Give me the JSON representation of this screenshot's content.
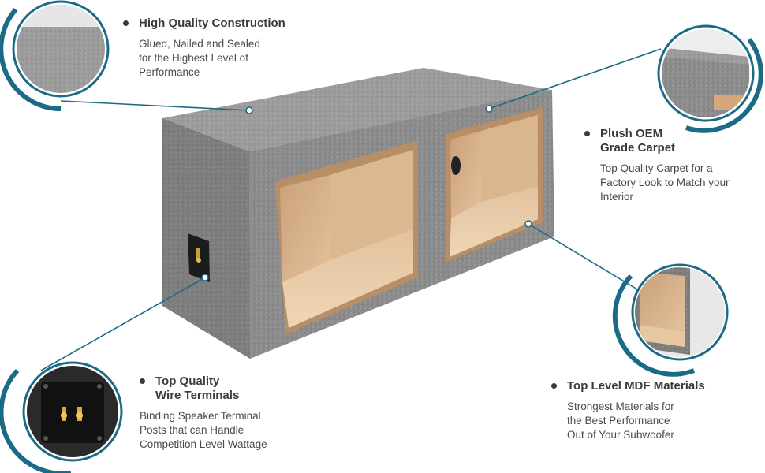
{
  "features": [
    {
      "id": "construction",
      "title": [
        "High Quality Construction"
      ],
      "description": [
        "Glued, Nailed and Sealed",
        "for the Highest Level of",
        "Performance"
      ]
    },
    {
      "id": "carpet",
      "title": [
        "Plush OEM",
        "Grade Carpet"
      ],
      "description": [
        "Top Quality Carpet for a",
        "Factory Look to Match your",
        "Interior"
      ]
    },
    {
      "id": "mdf",
      "title": [
        "Top Level MDF Materials"
      ],
      "description": [
        "Strongest Materials for",
        "the Best Performance",
        "Out of  Your Subwoofer"
      ]
    },
    {
      "id": "terminals",
      "title": [
        "Top Quality",
        "Wire Terminals"
      ],
      "description": [
        "Binding Speaker Terminal",
        "Posts that can Handle",
        "Competition Level Wattage"
      ]
    }
  ],
  "colors": {
    "accent": "#1b6a86",
    "carpet": "#8e8e8e",
    "mdf": "#d8b58c",
    "text": "#3b3b3b"
  }
}
